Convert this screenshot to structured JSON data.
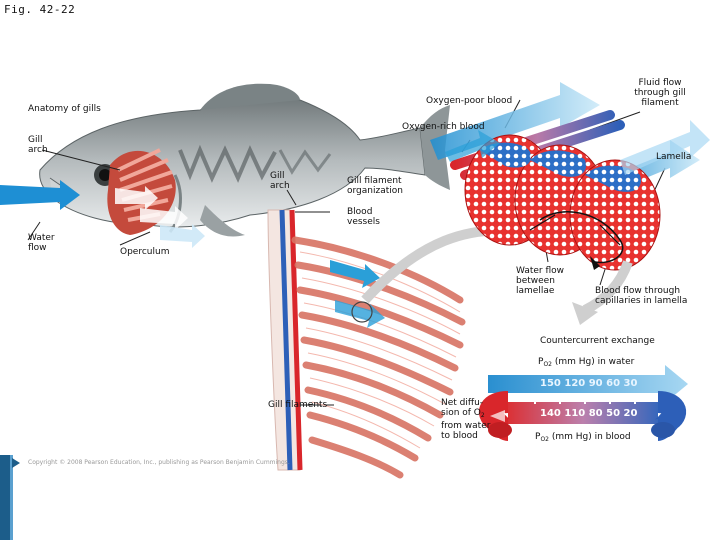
{
  "figure": {
    "caption": "Fig. 42-22",
    "copyright": "Copyright © 2008 Pearson Education, Inc., publishing as Pearson Benjamin Cummings."
  },
  "labels": {
    "anatomy_of_gills": "Anatomy of gills",
    "gill_arch": "Gill arch",
    "water_flow": "Water flow",
    "operculum": "Operculum",
    "gill_arch_2": "Gill arch",
    "gill_filament_organization": "Gill filament organization",
    "blood_vessels": "Blood vessels",
    "oxygen_poor_blood": "Oxygen-poor blood",
    "oxygen_rich_blood": "Oxygen-rich blood",
    "fluid_flow": "Fluid flow through gill filament",
    "lamella": "Lamella",
    "water_between_lamellae": "Water flow between lamellae",
    "blood_capillaries": "Blood flow through capillaries in lamella",
    "countercurrent": "Countercurrent exchange",
    "gill_filaments": "Gill filaments",
    "net_diffusion_a": "Net diffu-",
    "net_diffusion_b": "sion of O",
    "net_diffusion_c": "from water to blood",
    "po2_water_a": "P",
    "po2_water_b": " (mm Hg) in water",
    "po2_blood_a": "P",
    "po2_blood_b": " (mm Hg) in blood",
    "o2_sub": "O2",
    "two_sub": "2"
  },
  "countercurrent_values": {
    "water": "150 120 90  60  30",
    "blood": "140 110 80  50  20"
  },
  "colors": {
    "water_blue": "#2a9fd8",
    "oxygen_rich": "#d9262b",
    "oxygen_poor": "#2d5fb8",
    "filament": "#e07d6b",
    "fish_body": "#9aa2a4"
  }
}
